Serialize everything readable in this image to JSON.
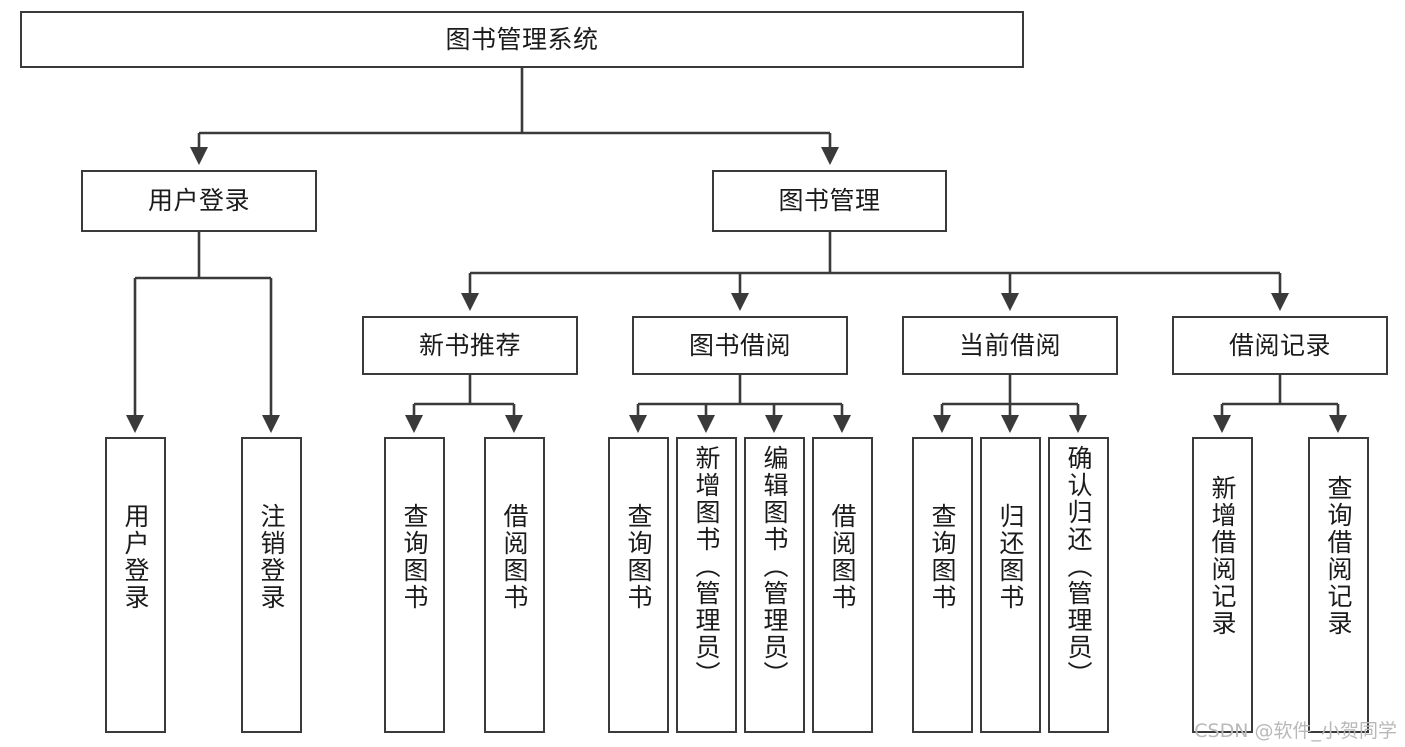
{
  "diagram": {
    "title": "图书管理系统",
    "type": "tree-hierarchy",
    "watermark": "CSDN @软件_小贺同学",
    "colors": {
      "box_border": "#3a3a3a",
      "box_fill": "#ffffff",
      "edge": "#3a3a3a",
      "text": "#1b1b1b",
      "watermark": "#b9b9b9",
      "background": "#ffffff"
    },
    "nodes": {
      "root": {
        "label": "图书管理系统"
      },
      "level2": [
        {
          "id": "user-login",
          "label": "用户登录"
        },
        {
          "id": "book-manage",
          "label": "图书管理"
        }
      ],
      "level3": [
        {
          "id": "new-book-recommend",
          "label": "新书推荐"
        },
        {
          "id": "book-borrow",
          "label": "图书借阅"
        },
        {
          "id": "current-borrow",
          "label": "当前借阅"
        },
        {
          "id": "borrow-record",
          "label": "借阅记录"
        }
      ],
      "leaves": {
        "user-login": [
          {
            "id": "leaf-user-login",
            "label": "用户登录"
          },
          {
            "id": "leaf-logout-login",
            "label": "注销登录"
          }
        ],
        "new-book-recommend": [
          {
            "id": "leaf-query-book-1",
            "label": "查询图书"
          },
          {
            "id": "leaf-borrow-book-1",
            "label": "借阅图书"
          }
        ],
        "book-borrow": [
          {
            "id": "leaf-query-book-2",
            "label": "查询图书"
          },
          {
            "id": "leaf-add-book-admin",
            "label": "新增图书（管理员）"
          },
          {
            "id": "leaf-edit-book-admin",
            "label": "编辑图书（管理员）"
          },
          {
            "id": "leaf-borrow-book-2",
            "label": "借阅图书"
          }
        ],
        "current-borrow": [
          {
            "id": "leaf-query-book-3",
            "label": "查询图书"
          },
          {
            "id": "leaf-return-book",
            "label": "归还图书"
          },
          {
            "id": "leaf-confirm-return-admin",
            "label": "确认归还（管理员）"
          }
        ],
        "borrow-record": [
          {
            "id": "leaf-add-borrow-record",
            "label": "新增借阅记录"
          },
          {
            "id": "leaf-query-borrow-record",
            "label": "查询借阅记录"
          }
        ]
      }
    }
  }
}
